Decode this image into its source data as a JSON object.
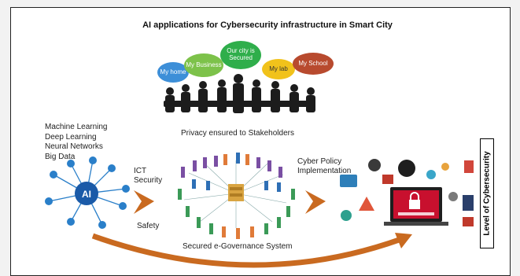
{
  "title": "AI applications for Cybersecurity infrastructure in Smart City",
  "bubbles": {
    "home": "My home",
    "business": "My Business",
    "city": "Our city is Secured",
    "lab": "My lab",
    "school": "My School"
  },
  "privacy_caption": "Privacy ensured to Stakeholders",
  "ai_topics": [
    "Machine Learning",
    "Deep Learning",
    "Neural Networks",
    "Big Data"
  ],
  "ai_hub_label": "AI",
  "ict_security": "ICT Security",
  "safety": "Safety",
  "egov_caption": "Secured e-Governance System",
  "cyber_policy": "Cyber Policy Implementation",
  "level_label": "Level of Cybersecurity",
  "colors": {
    "arrow": "#c96a20",
    "bubble_home": "#3d8fd8",
    "bubble_business": "#7dc24a",
    "bubble_city": "#2fae4b",
    "bubble_lab": "#f1c21b",
    "bubble_school": "#b84a2e",
    "ai_hub": "#1a5aa8",
    "laptop_screen": "#c8102e"
  },
  "icons": [
    "people-meeting-icon",
    "ai-network-icon",
    "crowd-network-icon",
    "security-icons-cluster",
    "laptop-lock-icon",
    "hacker-icon"
  ]
}
